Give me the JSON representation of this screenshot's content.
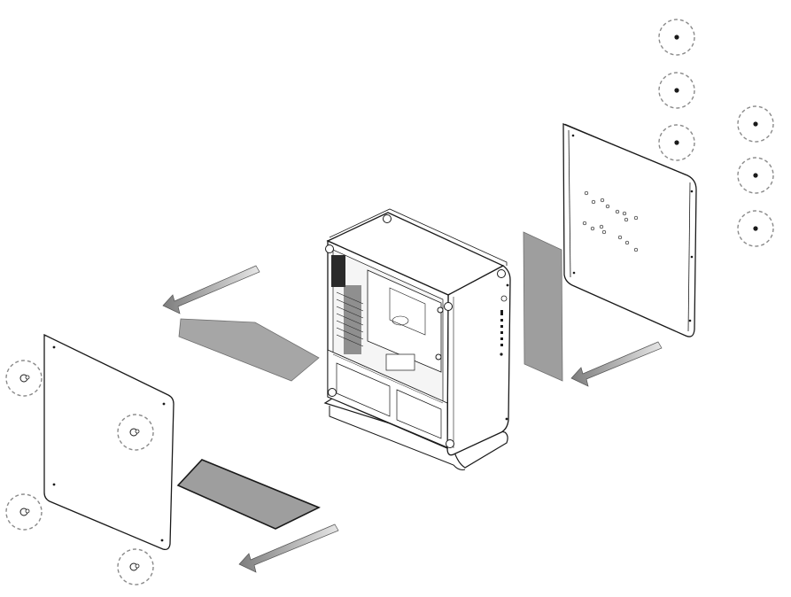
{
  "diagram": {
    "type": "exploded-assembly-illustration",
    "subject": "pc-case-panel-removal",
    "colors": {
      "line": "#1a1a1a",
      "background": "#ffffff",
      "protective_film": "#9e9e9e",
      "arrow_fill": "#b5b5b5",
      "screw_circle": "#8a8a8a"
    },
    "parts": [
      {
        "id": "left-side-panel",
        "label": ""
      },
      {
        "id": "right-side-panel",
        "label": ""
      },
      {
        "id": "chassis",
        "label": ""
      },
      {
        "id": "protective-film",
        "count": 3
      },
      {
        "id": "removal-arrow",
        "count": 3
      },
      {
        "id": "thumbscrew",
        "count": 10
      }
    ]
  }
}
